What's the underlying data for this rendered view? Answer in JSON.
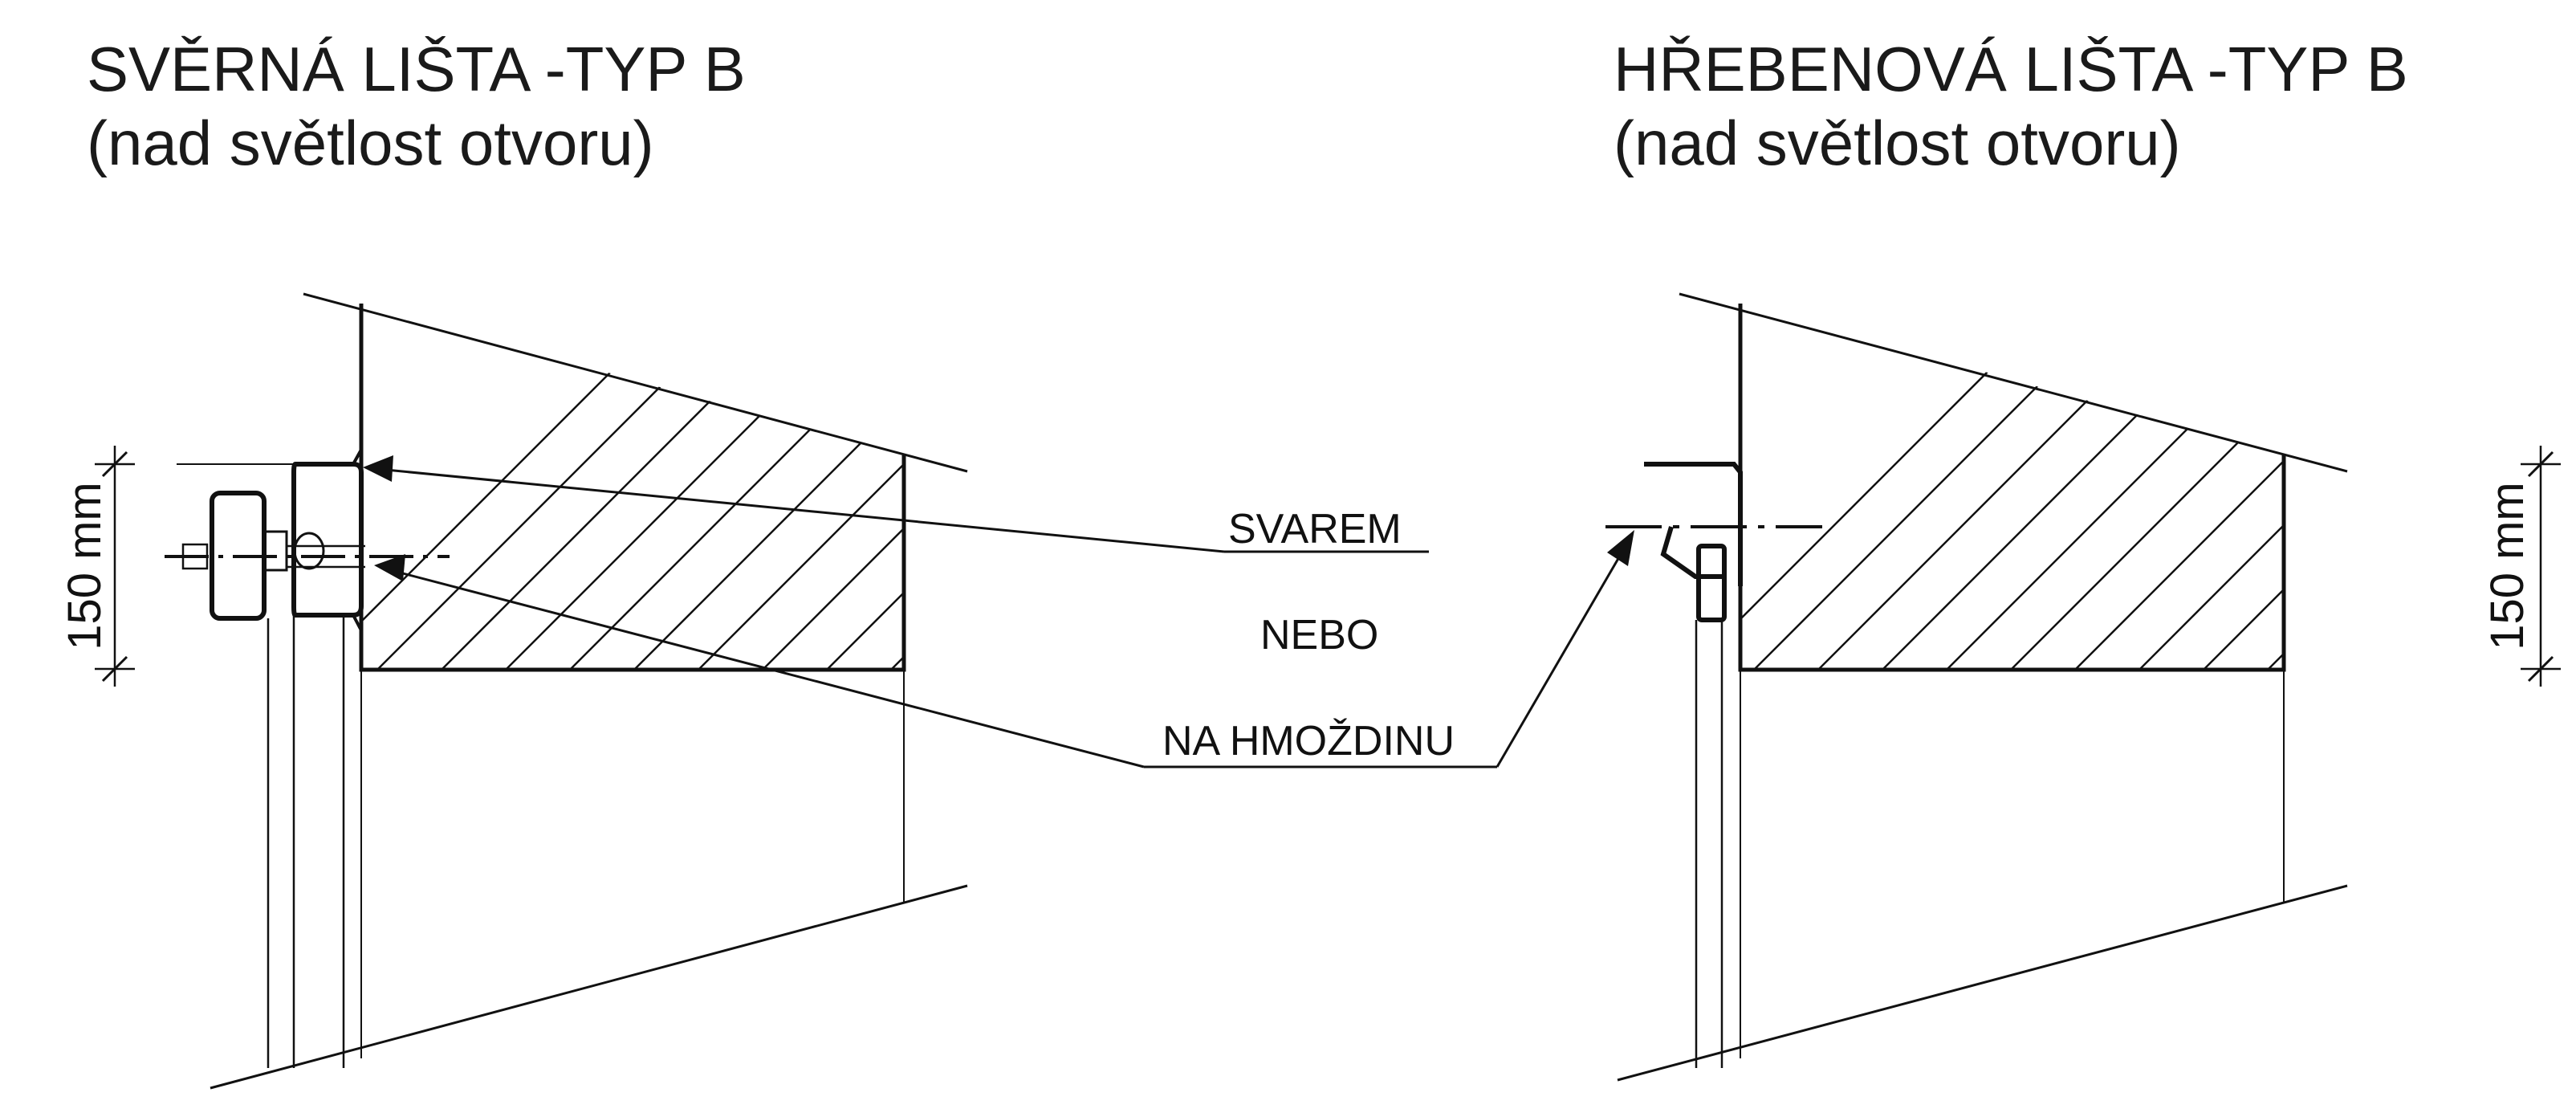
{
  "left_panel": {
    "title_line1": "SVĚRNÁ LIŠTA -TYP B",
    "title_line2": "(nad světlost otvoru)",
    "dimension": "150 mm"
  },
  "right_panel": {
    "title_line1": "HŘEBENOVÁ LIŠTA -TYP B",
    "title_line2": "(nad světlost otvoru)",
    "dimension": "150 mm"
  },
  "callouts": {
    "weld": "SVAREM",
    "or": "NEBO",
    "anchor": "NA HMOŽDINU"
  },
  "colors": {
    "line": "#111111",
    "text": "#1a1a1a"
  }
}
